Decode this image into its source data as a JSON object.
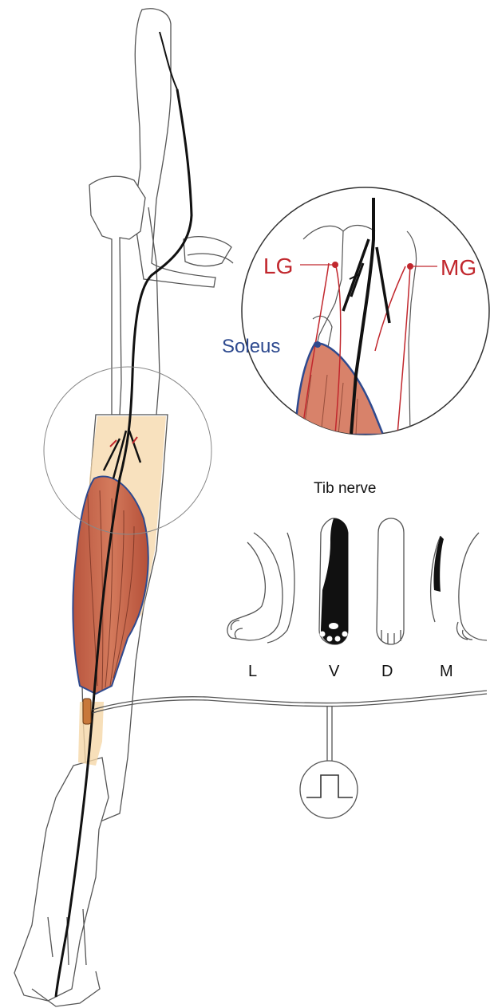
{
  "labels": {
    "lateral_gastrocnemius": "LG",
    "medial_gastrocnemius": "MG",
    "soleus": "Soleus",
    "panel_title": "Tib nerve",
    "paw_views": [
      "L",
      "V",
      "D",
      "M"
    ]
  },
  "colors": {
    "gastrocnemius_red": "#c1272d",
    "soleus_blue": "#2e4a8f",
    "nerve_black": "#111111",
    "muscle_fill": "#c8644a",
    "bone_tint": "#f5d7a8",
    "outline_gray": "#555555"
  }
}
